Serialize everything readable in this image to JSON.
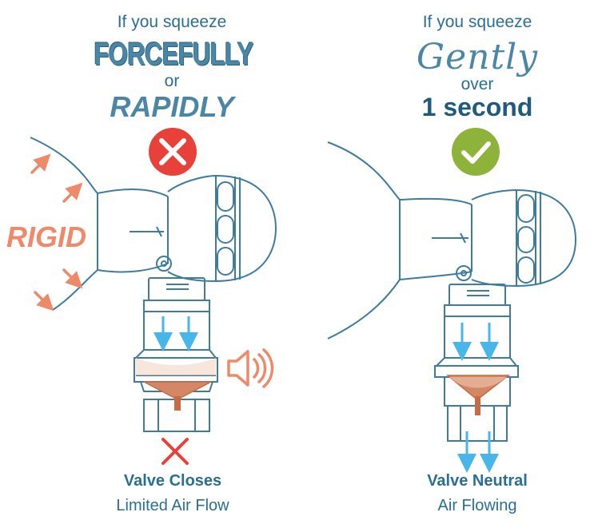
{
  "left": {
    "line1": "If you squeeze",
    "word1": "FORCEFULLY",
    "line2": "or",
    "word2": "RAPIDLY",
    "status_icon": "x-circle-icon",
    "status_color": "#e8413a",
    "side_label": "RIGID",
    "sound_icon": "speaker-icon",
    "blocked_icon": "x-mark-icon",
    "caption_title": "Valve Closes",
    "caption_sub": "Limited Air Flow"
  },
  "right": {
    "line1": "If you squeeze",
    "word1": "Gently",
    "line2": "over",
    "word2": "1 second",
    "status_icon": "check-circle-icon",
    "status_color": "#8db33b",
    "caption_title": "Valve Neutral",
    "caption_sub": "Air Flowing"
  },
  "colors": {
    "outline": "#3d7ba0",
    "arrow_blue": "#49b6ea",
    "accent_orange": "#ee8a6a",
    "valve_brown": "#c76b45"
  }
}
